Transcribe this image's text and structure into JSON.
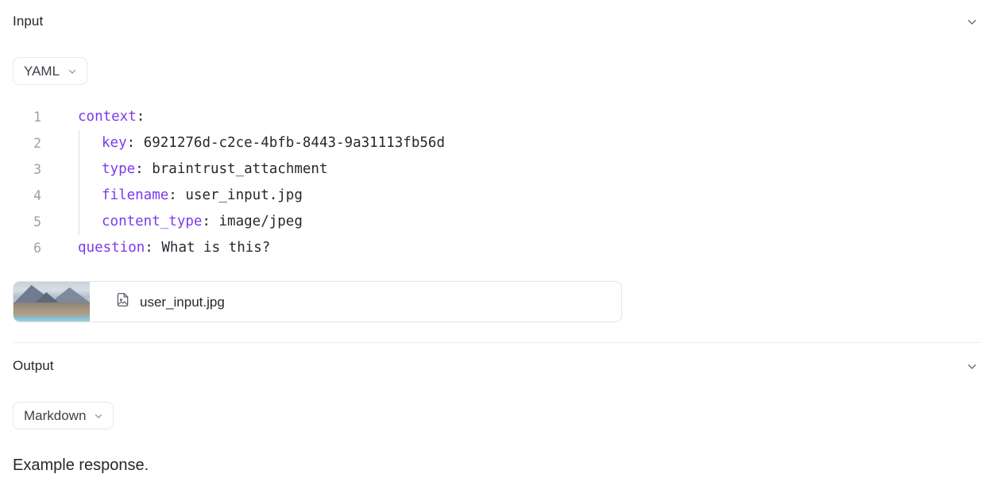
{
  "input": {
    "title": "Input",
    "collapse_icon": "chevron-down-icon",
    "format": {
      "label": "YAML",
      "caret_icon": "chevron-down-icon"
    },
    "code": {
      "language": "yaml",
      "lines": [
        {
          "number": "1",
          "indent": 0,
          "key": "context",
          "colon": ":",
          "value": "",
          "foldable": true
        },
        {
          "number": "2",
          "indent": 1,
          "key": "key",
          "colon": ":",
          "value": " 6921276d-c2ce-4bfb-8443-9a31113fb56d",
          "foldable": false
        },
        {
          "number": "3",
          "indent": 1,
          "key": "type",
          "colon": ":",
          "value": " braintrust_attachment",
          "foldable": false
        },
        {
          "number": "4",
          "indent": 1,
          "key": "filename",
          "colon": ":",
          "value": " user_input.jpg",
          "foldable": false
        },
        {
          "number": "5",
          "indent": 1,
          "key": "content_type",
          "colon": ":",
          "value": " image/jpeg",
          "foldable": false
        },
        {
          "number": "6",
          "indent": 0,
          "key": "question",
          "colon": ":",
          "value": " What is this?",
          "foldable": false
        }
      ]
    },
    "attachment": {
      "filename": "user_input.jpg",
      "file_icon": "file-image-icon",
      "thumbnail_alt": "mountain-lake-landscape"
    }
  },
  "output": {
    "title": "Output",
    "collapse_icon": "chevron-down-icon",
    "format": {
      "label": "Markdown",
      "caret_icon": "chevron-down-icon"
    },
    "body": "Example response."
  },
  "colors": {
    "key_token": "#7c3aed",
    "value_token": "#24292f",
    "gutter": "#9aa0a6",
    "border": "#e6e7e9",
    "divider": "#ececee",
    "background": "#ffffff"
  }
}
